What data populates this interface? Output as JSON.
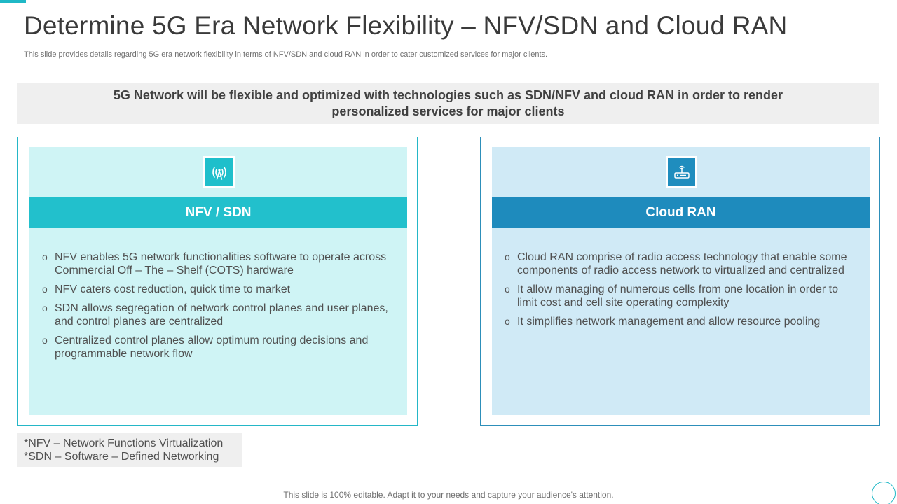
{
  "slide": {
    "title": "Determine 5G Era Network Flexibility – NFV/SDN and Cloud RAN",
    "subtitle": "This slide provides details regarding 5G era network flexibility in terms of NFV/SDN and cloud RAN in order to cater customized services for major clients.",
    "banner": "5G Network will be flexible and optimized with technologies such as SDN/NFV and cloud RAN in order to render personalized services for major clients",
    "accent_color": "#1fb8c6"
  },
  "panels": {
    "left": {
      "icon": "antenna-signal-icon",
      "heading": "NFV / SDN",
      "color": "#22c0cc",
      "bullets": [
        "NFV enables 5G network functionalities software to operate across Commercial Off – The – Shelf (COTS) hardware",
        "NFV caters cost reduction, quick time to market",
        "SDN allows segregation of network control planes and user planes, and control planes are centralized",
        "Centralized control planes allow optimum routing decisions and programmable network flow"
      ]
    },
    "right": {
      "icon": "router-icon",
      "heading": "Cloud RAN",
      "color": "#1e8bbd",
      "bullets": [
        "Cloud RAN comprise of radio access technology that enable some components of radio access network to virtualized and centralized",
        "It allow managing of numerous cells from one location in order to limit cost and cell site operating complexity",
        "It simplifies network management and allow resource pooling"
      ]
    }
  },
  "footnote": {
    "line1": "*NFV – Network Functions Virtualization",
    "line2": "*SDN – Software – Defined Networking"
  },
  "bottom_note": "This slide is 100% editable. Adapt it to your needs and capture your audience's attention."
}
